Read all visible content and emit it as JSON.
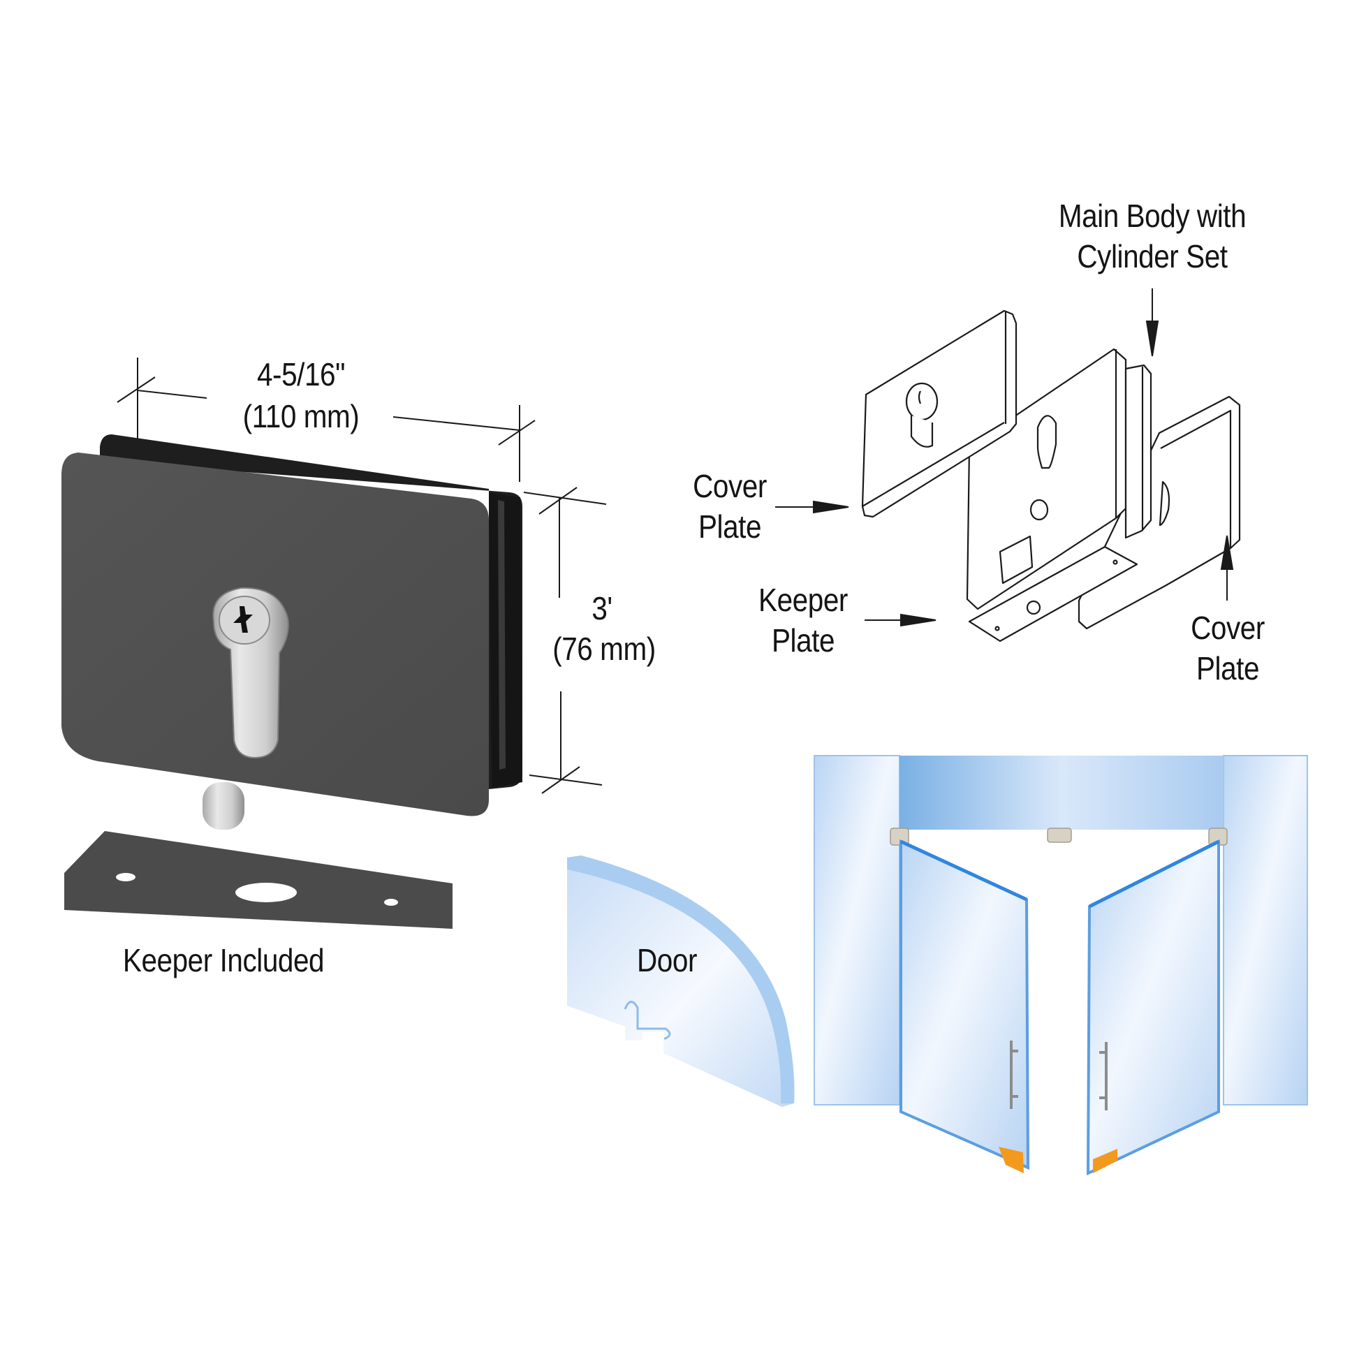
{
  "product_photo": {
    "name": "glass door lock with cylinder",
    "finish_color": "#4f4f4f",
    "edge_color": "#2a2a2a",
    "cylinder_color": "#c9c9c9",
    "width_dimension": {
      "imperial": "4-5/16\"",
      "metric": "(110 mm)"
    },
    "height_dimension": {
      "imperial": "3'",
      "metric": "(76 mm)"
    },
    "keeper_caption": "Keeper Included"
  },
  "exploded_diagram": {
    "labels": {
      "main_body": [
        "Main Body with",
        "Cylinder Set"
      ],
      "cover_plate_left": [
        "Cover",
        "Plate"
      ],
      "keeper_plate": [
        "Keeper",
        "Plate"
      ],
      "cover_plate_right": [
        "Cover",
        "Plate"
      ]
    }
  },
  "door_illustration": {
    "door_label": "Door",
    "glass_color": "#cfe2f8",
    "glass_dark": "#7fb3e6",
    "accent_color": "#f39a1e"
  }
}
